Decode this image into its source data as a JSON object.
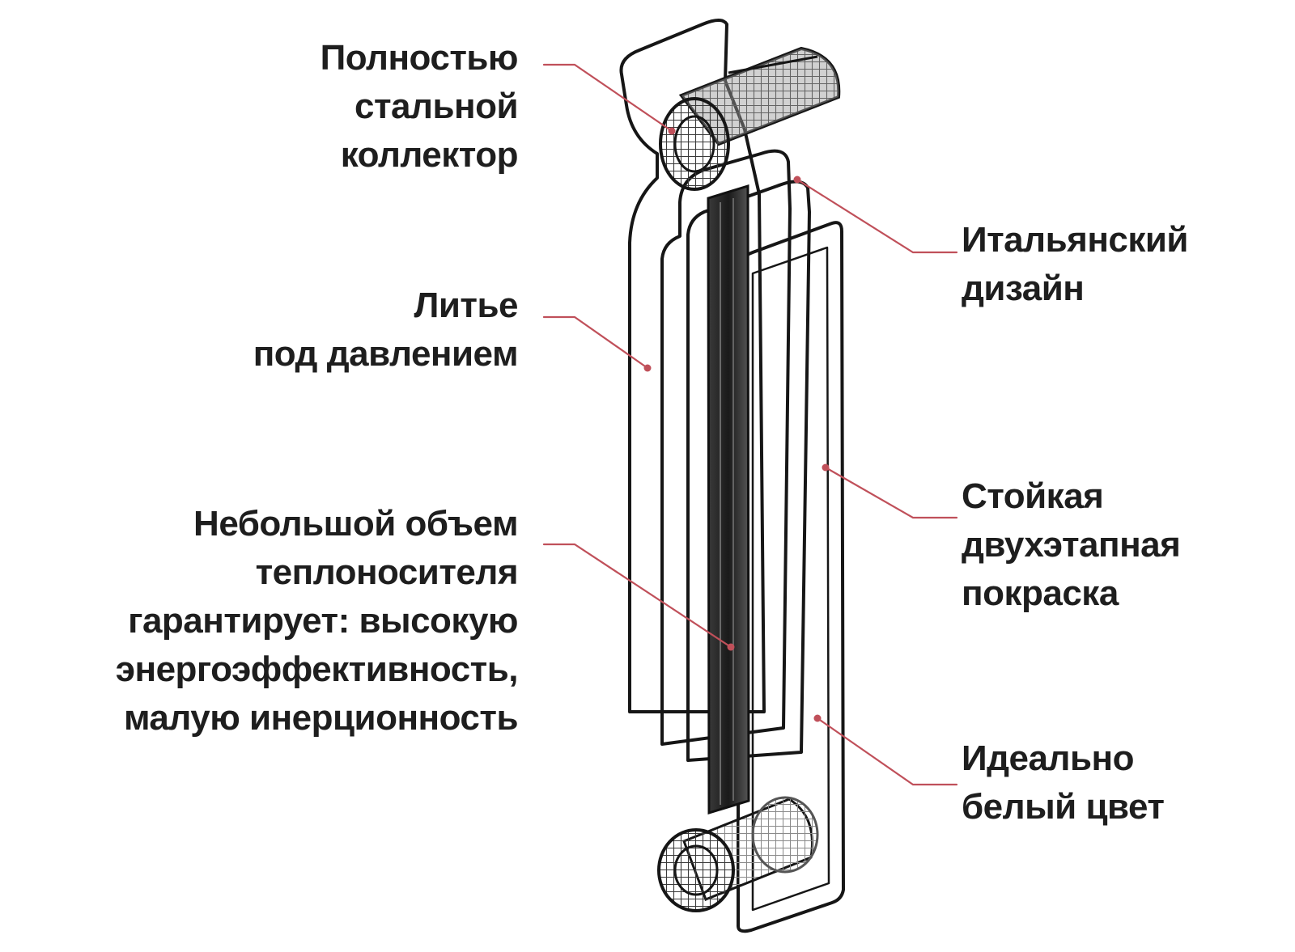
{
  "colors": {
    "leader": "#c0505a",
    "outline": "#161616",
    "pipe": "#2a2a2a",
    "text": "#1e1e1e"
  },
  "labels": {
    "steel_collector": [
      "Полностью",
      "стальной",
      "коллектор"
    ],
    "pressure_casting": [
      "Литье",
      "под давлением"
    ],
    "small_volume": [
      "Небольшой объем",
      "теплоносителя",
      "гарантирует: высокую",
      "энергоэффективность,",
      "малую инерционность"
    ],
    "italian_design": [
      "Итальянский",
      "дизайн"
    ],
    "two_stage_paint": [
      "Стойкая",
      "двухэтапная",
      "покраска"
    ],
    "ideal_white": [
      "Идеально",
      "белый цвет"
    ]
  }
}
